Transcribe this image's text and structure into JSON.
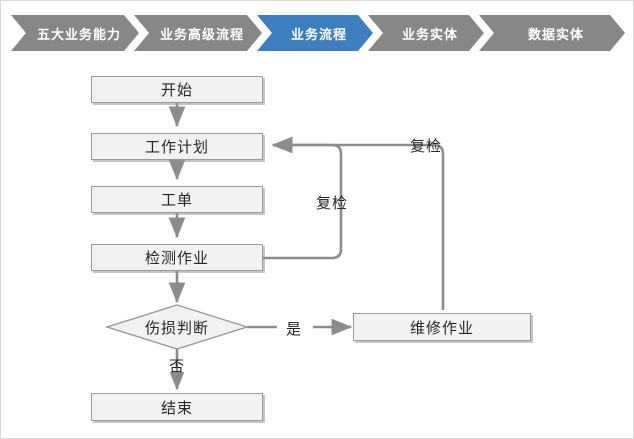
{
  "breadcrumb": {
    "items": [
      {
        "label": "五大业务能力",
        "active": false
      },
      {
        "label": "业务高级流程",
        "active": false
      },
      {
        "label": "业务流程",
        "active": true
      },
      {
        "label": "业务实体",
        "active": false
      },
      {
        "label": "数据实体",
        "active": false
      }
    ],
    "active_color": "#3d7ec0",
    "inactive_color": "#878787",
    "text_color": "#ffffff"
  },
  "flowchart": {
    "node_fill": "#f2f2f2",
    "node_border": "#9a9a9a",
    "connector_color": "#8c8c8c",
    "text_color": "#262626",
    "nodes": [
      {
        "id": "start",
        "label": "开始",
        "shape": "rect"
      },
      {
        "id": "workplan",
        "label": "工作计划",
        "shape": "rect"
      },
      {
        "id": "workorder",
        "label": "工单",
        "shape": "rect"
      },
      {
        "id": "inspect",
        "label": "检测作业",
        "shape": "rect"
      },
      {
        "id": "decision",
        "label": "伤损判断",
        "shape": "diamond"
      },
      {
        "id": "repair",
        "label": "维修作业",
        "shape": "rect"
      },
      {
        "id": "end",
        "label": "结束",
        "shape": "rect"
      }
    ],
    "edge_labels": [
      {
        "id": "recheck-outer",
        "label": "复检"
      },
      {
        "id": "recheck-inner",
        "label": "复检"
      },
      {
        "id": "yes",
        "label": "是"
      },
      {
        "id": "no",
        "label": "否"
      }
    ]
  }
}
